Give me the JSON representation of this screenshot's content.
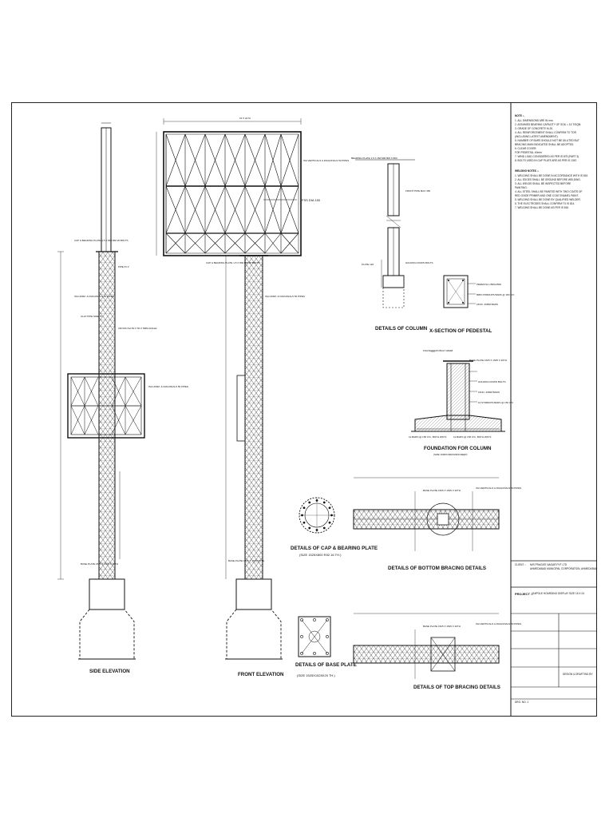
{
  "captions": {
    "side_elevation": "SIDE ELEVATION",
    "front_elevation": "FRONT ELEVATION",
    "details_of_column": "DETAILS OF COLUMN",
    "xsection_pedestal": "X-SECTION OF PEDESTAL",
    "foundation_for_column": "FOUNDATION FOR COLUMN",
    "foundation_sub": "(SIZE 1600X1600X2300 DEEP)",
    "cap_bearing_plate": "DETAILS OF CAP & BEARING PLATE",
    "cap_bearing_plate_size": "(SIZE 1525X800 R52.16 TH.)",
    "bottom_bracing": "DETAILS OF BOTTOM BRACING DETAILS",
    "base_plate": "DETAILS OF BASE PLATE",
    "base_plate_size": "(SIZE 1525X1525X20 TH.)",
    "top_bracing": "DETAILS OF TOP BRACING DETAILS"
  },
  "labels": {
    "bearing_plate_top": "BEARING PLATE 1.5 X 150 MM 800 X 800",
    "pipe_size": "FRONT PIPE MAX 360",
    "iso_angle": "ISA VERTICALS & DIAGONALS 50 PIPES",
    "cap_bearing_plate": "CAP & BEARING PLATE 1.5 X 800 MM 20 BOLTS",
    "pipe_front": "PIPE IN 1\"",
    "wire_bracing": "ISA HORZ. & DIAGONALS 50 PIPES",
    "ucp_pipe": "ULLP PIPE SIZE 75",
    "cross_bracing": "CROSS ISA 50 X 50 X 5MM ANGLE",
    "base_plate": "BASE PLATE 1525 X 1525 X 20TH",
    "base_plate2": "BASE PLATE 1525 X 1525X20TH",
    "pedestal_legend": "PEDESTAL 1500x1500",
    "stirrups": "8MM STIRRUPS BARS @ 150 C/C",
    "bars": "16NO. 20MM BARS",
    "foundation_bolt": "FOUNDATION BOLT 32MM",
    "holding_down": "HOLDING DOWN BOLTS",
    "stirrups2": "10 STIRRUPS BARS @ 150 C/C",
    "bars_both_ways": "12 BARS @ 150 C/C, BOTH WAYS",
    "base_plate_center": "BASE PLATE 1525 X 1525 X 20TH",
    "isa_verticals": "ISA VERTICALS & DIAGONALS 50 PIPES",
    "dim_top": "15 X 24 M",
    "plate_120": "PLATE 120",
    "label_center": "FSS DIA 150",
    "label_right_top": "FSS DIA 150"
  },
  "notes": {
    "title": "NOTE :-",
    "lines": [
      "1. ALL DIMENSIONS ARE IN mm.",
      "2. ASSUMED BEARING CAPACITY OF SOIL = 15 T/SQM.",
      "3. GRADE OF CONCRETE M-20.",
      "4. ALL REINFORCEMENT SHALL CONFIRM TO TOR",
      "   (INCLUDING LATEST AMENDMENT).",
      "5. NUMBER OF BARS SHOULD NOT BE DILUTED BUT",
      "   BRACING MAIN INDICATED SHALL BE ADOPTED.",
      "6. CLEAR COVER:",
      "   FOR PEDESTAL 40mm",
      "7. WIND LOAD CONSIDERED AS PER IS 875 (PART 3).",
      "8. BOLTS USED IN CAP PLATE ARE AS PER IS 1367."
    ],
    "welding_title": "WELDING NOTES :-",
    "welding_lines": [
      "1. WELDING SHALL BE DONE IN ACCORDANCE WITH IS 816.",
      "2. ALL EDGES SHALL BE GROUND BEFORE WELDING.",
      "3. ALL WELDS SHALL BE INSPECTED BEFORE",
      "   PAINTING.",
      "4. ALL STEEL SHALL BE PAINTED WITH TWO COATS OF",
      "   RED OXIDE PRIMER AND ONE COAT ENAMEL PAINT.",
      "5. WELDING SHALL BE DONE BY QUALIFIED WELDER.",
      "6. THE ELECTRODES SHALL CONFIRM TO IS 814.",
      "7. WELDING SHALL BE DONE AS PER IS 816."
    ]
  },
  "title_block": {
    "client_label": "CLIENT :-",
    "client_value": "M/S PRAGATI NAGAR PVT LTD",
    "client_value2": "AHMEDABAD MUNICIPAL CORPORATION, AHMEDABAD",
    "project_label": "PROJECT :-",
    "project_value": "UNIPOLE HOARDING DISPLAY SIZE 15 X 24",
    "drawn": "DESIGN & DRAFTING BY",
    "drg_no": "DRG. NO. 1"
  },
  "colors": {
    "line": "#1a1a1a",
    "border": "#222222"
  }
}
